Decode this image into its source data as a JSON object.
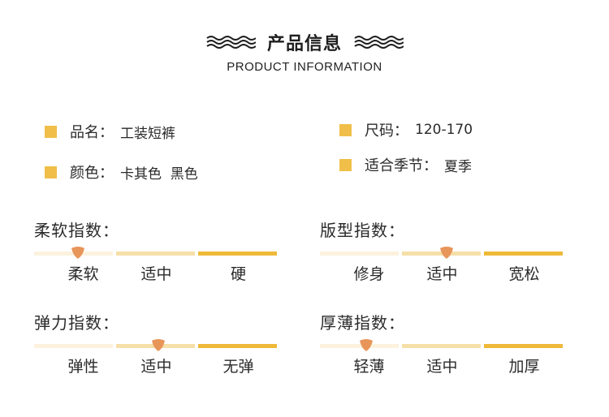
{
  "header": {
    "title": "产品信息",
    "subtitle": "PRODUCT INFORMATION"
  },
  "colors": {
    "accent": "#f0bf49",
    "marker": "#e8955a",
    "track_light": "#fcf2de",
    "track_mid": "#f6dfa8",
    "track_dark": "#efb93a"
  },
  "info": {
    "name": {
      "label": "品名：",
      "value": "工装短裤"
    },
    "color": {
      "label": "颜色：",
      "value": "卡其色  黑色"
    },
    "size": {
      "label": "尺码：",
      "value": "120-170"
    },
    "season": {
      "label": "适合季节：",
      "value": "夏季"
    }
  },
  "scales": [
    {
      "title": "柔软指数：",
      "options": [
        "柔软",
        "适中",
        "硬"
      ],
      "level": 0.18
    },
    {
      "title": "版型指数：",
      "options": [
        "修身",
        "适中",
        "宽松"
      ],
      "level": 0.52
    },
    {
      "title": "弹力指数：",
      "options": [
        "弹性",
        "适中",
        "无弹"
      ],
      "level": 0.51
    },
    {
      "title": "厚薄指数：",
      "options": [
        "轻薄",
        "适中",
        "加厚"
      ],
      "level": 0.19
    }
  ]
}
